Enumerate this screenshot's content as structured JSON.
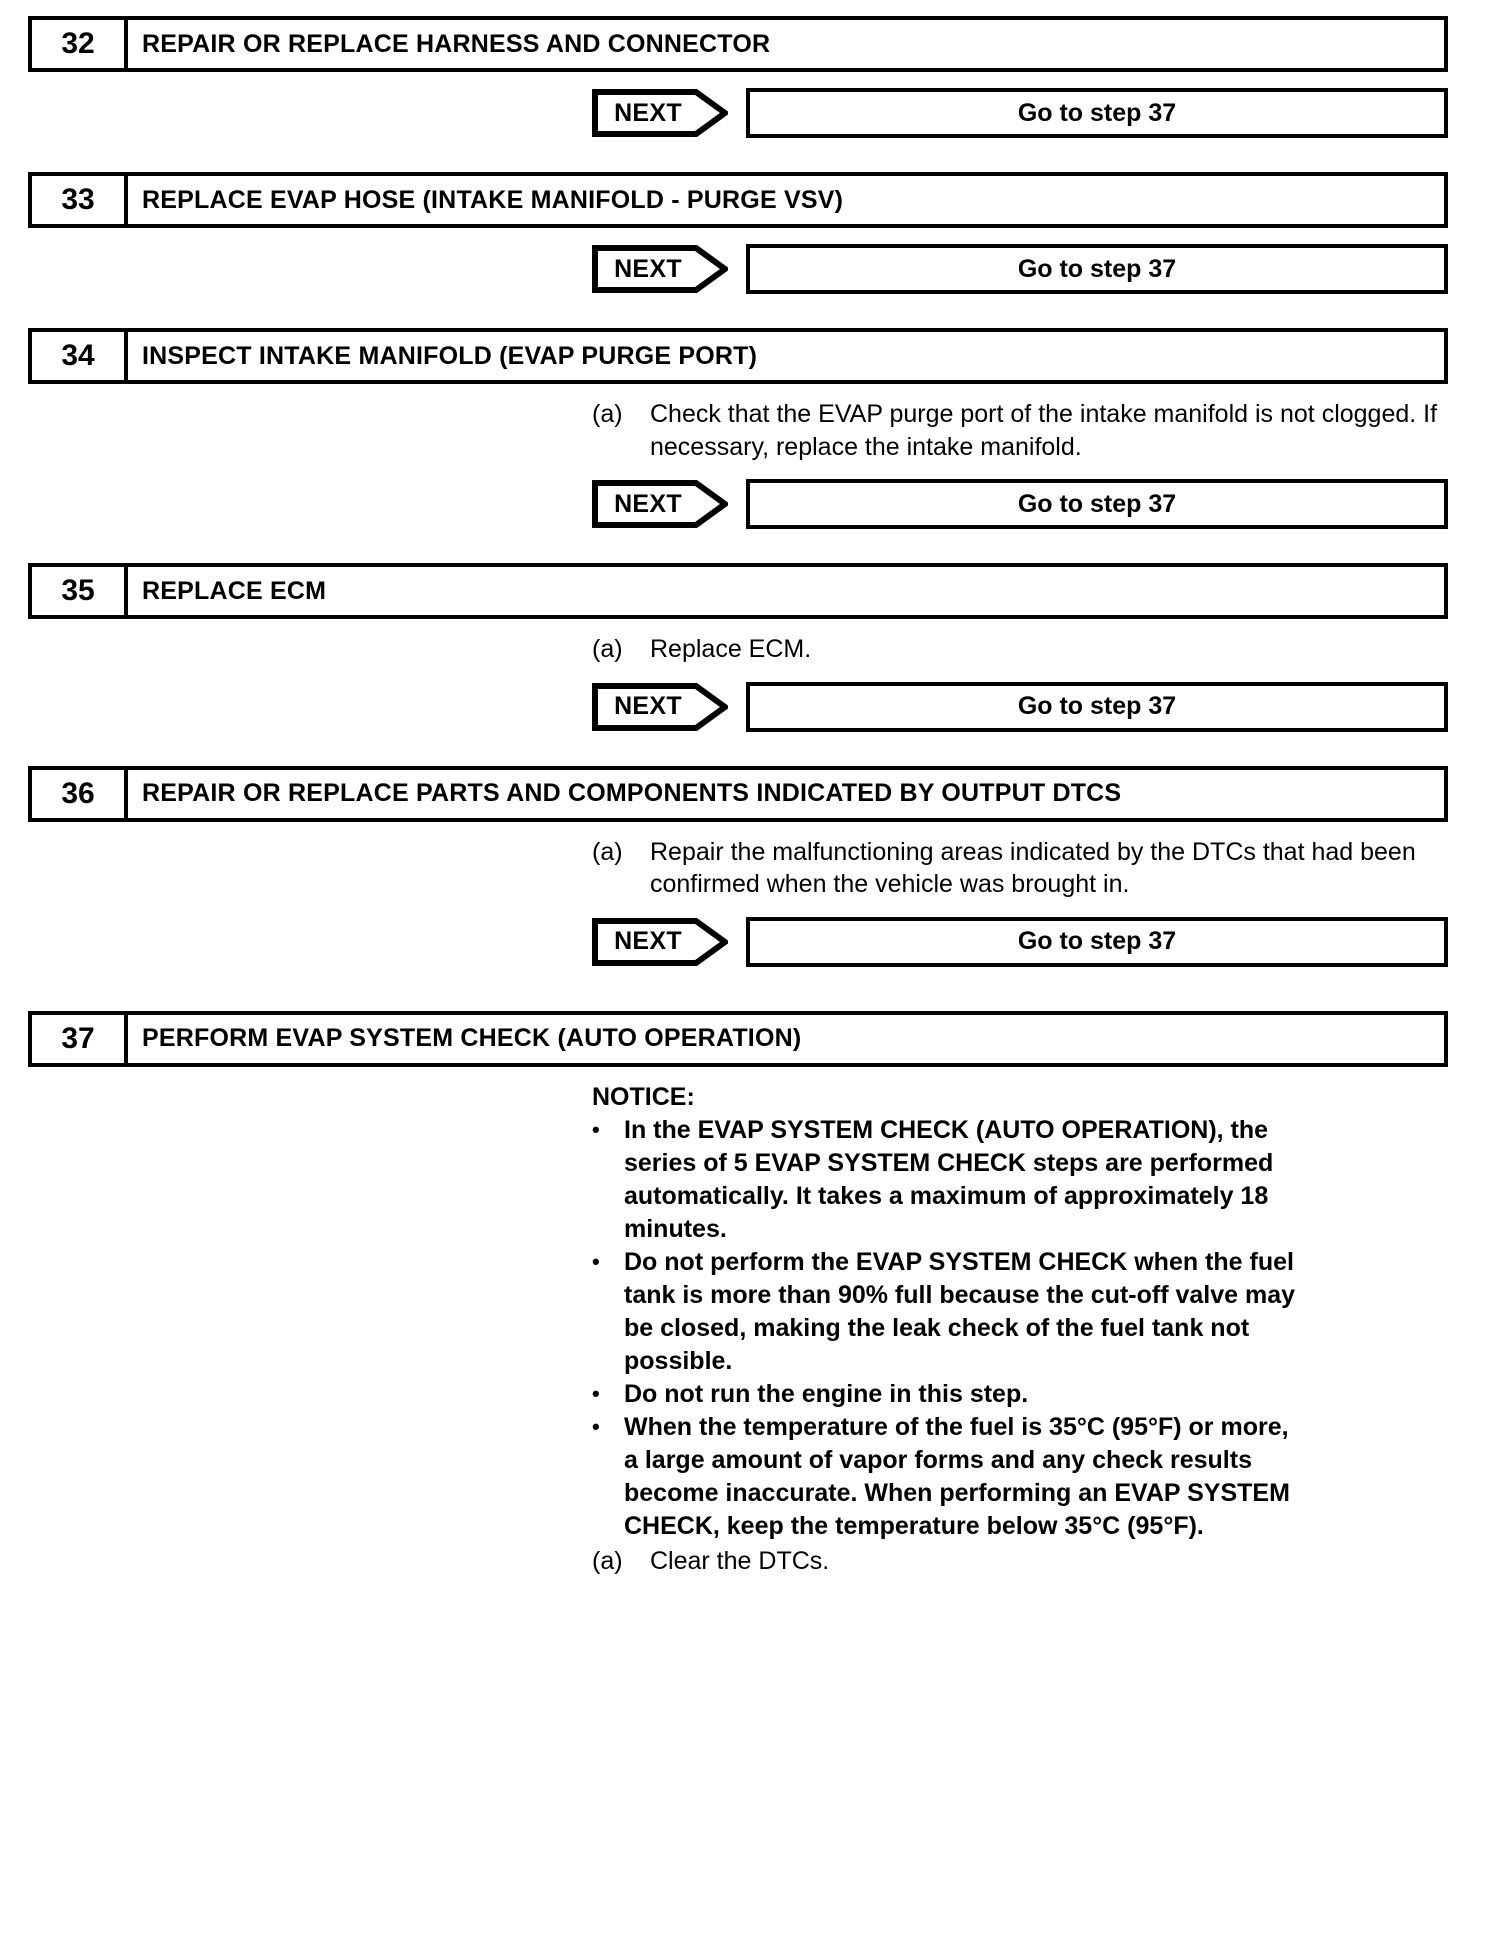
{
  "document": {
    "type": "automotive-service-manual-diagnostic-flow",
    "next_label": "NEXT"
  },
  "steps": [
    {
      "number": "32",
      "title": "REPAIR OR REPLACE HARNESS AND CONNECTOR",
      "instructions": [],
      "next": {
        "label": "NEXT",
        "goto": "Go to step 37"
      }
    },
    {
      "number": "33",
      "title": "REPLACE EVAP HOSE (INTAKE MANIFOLD - PURGE VSV)",
      "instructions": [],
      "next": {
        "label": "NEXT",
        "goto": "Go to step 37"
      }
    },
    {
      "number": "34",
      "title": "INSPECT INTAKE MANIFOLD (EVAP PURGE PORT)",
      "instructions": [
        {
          "marker": "(a)",
          "text": "Check that the EVAP purge port of the intake manifold is not clogged. If necessary, replace the intake manifold."
        }
      ],
      "next": {
        "label": "NEXT",
        "goto": "Go to step 37"
      }
    },
    {
      "number": "35",
      "title": "REPLACE ECM",
      "instructions": [
        {
          "marker": "(a)",
          "text": "Replace ECM."
        }
      ],
      "next": {
        "label": "NEXT",
        "goto": "Go to step 37"
      }
    },
    {
      "number": "36",
      "title": "REPAIR OR REPLACE PARTS AND COMPONENTS INDICATED BY OUTPUT DTCS",
      "instructions": [
        {
          "marker": "(a)",
          "text": "Repair the malfunctioning areas indicated by the DTCs that had been confirmed when the vehicle was brought in."
        }
      ],
      "next": {
        "label": "NEXT",
        "goto": "Go to step 37"
      }
    },
    {
      "number": "37",
      "title": "PERFORM EVAP SYSTEM CHECK (AUTO OPERATION)",
      "notice": {
        "heading": "NOTICE:",
        "bullet_glyph": "•",
        "items": [
          "In the EVAP SYSTEM CHECK (AUTO OPERATION), the series of 5 EVAP SYSTEM CHECK steps are performed automatically. It takes a maximum of approximately 18 minutes.",
          "Do not perform the EVAP SYSTEM CHECK when the fuel tank is more than 90% full because the cut-off valve may be closed, making the leak check of the fuel tank not possible.",
          "Do not run the engine in this step.",
          "When the temperature of the fuel is 35°C (95°F) or more, a large amount of vapor forms and any check results become inaccurate. When performing an EVAP SYSTEM CHECK, keep the temperature below 35°C (95°F)."
        ]
      },
      "instructions": [
        {
          "marker": "(a)",
          "text": "Clear the DTCs."
        }
      ],
      "next": null
    }
  ]
}
